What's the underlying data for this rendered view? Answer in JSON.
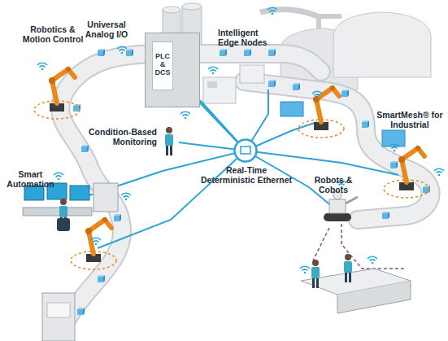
{
  "diagram": {
    "nodes": [
      {
        "text": [
          "PLC & DCS"
        ]
      },
      {
        "text": [
          "Real-Time Deterministic Ethernet"
        ]
      }
    ],
    "edges": [
      {
        "from": 1,
        "to": 0,
        "arrow": "none"
      }
    ],
    "labels": [
      "Universal Analog I/O",
      "Intelligent Edge Nodes",
      "Robotics & Motion Control",
      "Condition-Based Monitoring",
      "SmartMesh® for Industrial",
      "Smart Automation",
      "Robots & Cobots"
    ]
  }
}
